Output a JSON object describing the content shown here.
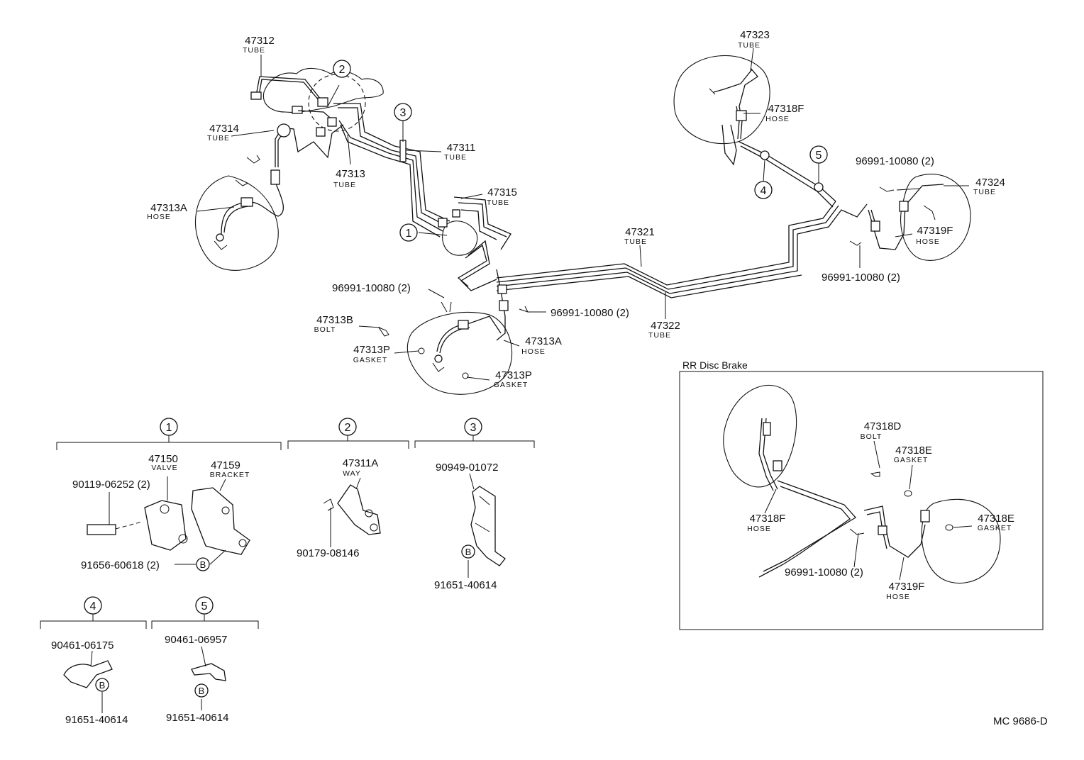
{
  "diagram_code": "MC 9686-D",
  "rr_disc_brake_title": "RR Disc Brake",
  "b_mark": "B",
  "callouts": {
    "c1": "1",
    "c2": "2",
    "c3": "3",
    "c4": "4",
    "c5": "5"
  },
  "labels": {
    "l47312": {
      "part": "47312",
      "type": "TUBE"
    },
    "l47314": {
      "part": "47314",
      "type": "TUBE"
    },
    "l47313": {
      "part": "47313",
      "type": "TUBE"
    },
    "l47311": {
      "part": "47311",
      "type": "TUBE"
    },
    "l47315": {
      "part": "47315",
      "type": "TUBE"
    },
    "l47313A_left": {
      "part": "47313A",
      "type": "HOSE"
    },
    "l47321": {
      "part": "47321",
      "type": "TUBE"
    },
    "l47322": {
      "part": "47322",
      "type": "TUBE"
    },
    "l47323": {
      "part": "47323",
      "type": "TUBE"
    },
    "l47318F_top": {
      "part": "47318F",
      "type": "HOSE"
    },
    "l47324": {
      "part": "47324",
      "type": "TUBE"
    },
    "l47319F_right": {
      "part": "47319F",
      "type": "HOSE"
    },
    "l47313B": {
      "part": "47313B",
      "type": "BOLT"
    },
    "l47313P_a": {
      "part": "47313P",
      "type": "GASKET"
    },
    "l47313P_b": {
      "part": "47313P",
      "type": "GASKET"
    },
    "l47313A_front": {
      "part": "47313A",
      "type": "HOSE"
    },
    "l47150": {
      "part": "47150",
      "type": "VALVE"
    },
    "l47159": {
      "part": "47159",
      "type": "BRACKET"
    },
    "l47311A": {
      "part": "47311A",
      "type": "WAY"
    },
    "l47318D": {
      "part": "47318D",
      "type": "BOLT"
    },
    "l47318E_a": {
      "part": "47318E",
      "type": "GASKET"
    },
    "l47318E_b": {
      "part": "47318E",
      "type": "GASKET"
    },
    "l47318F_rr": {
      "part": "47318F",
      "type": "HOSE"
    },
    "l47319F_rr": {
      "part": "47319F",
      "type": "HOSE"
    }
  },
  "partnums": {
    "clip_top_right": "96991-10080 (2)",
    "clip_bottom_right": "96991-10080 (2)",
    "clip_center_left": "96991-10080 (2)",
    "clip_center_right": "96991-10080 (2)",
    "clip_rr": "96991-10080 (2)",
    "bolt_valve": "90119-06252 (2)",
    "bolt_b1": "91656-60618 (2)",
    "way_bolt": "90179-08146",
    "clamp3": "90949-01072",
    "bolt_b3": "91651-40614",
    "clamp4": "90461-06175",
    "bolt_b4": "91651-40614",
    "clamp5": "90461-06957",
    "bolt_b5": "91651-40614"
  }
}
